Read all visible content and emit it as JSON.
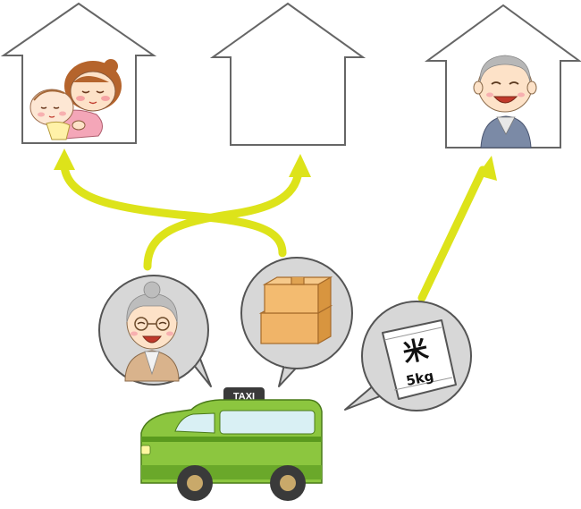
{
  "taxi": {
    "sign_text": "TAXI",
    "body_color": "#8cc63f",
    "dark_color": "#5a9a1e"
  },
  "rice_bag": {
    "kanji": "米",
    "weight": "5kg"
  },
  "colors": {
    "arrow": "#dde31a",
    "house_outline": "#666666",
    "bubble_fill": "#d7d7d7",
    "bubble_stroke": "#555555"
  },
  "icons": {
    "house_left": "mother-and-baby",
    "house_middle": "empty",
    "house_right": "elderly-man",
    "bubble_left": "elderly-woman",
    "bubble_middle": "cardboard-boxes",
    "bubble_right": "rice-bag"
  }
}
